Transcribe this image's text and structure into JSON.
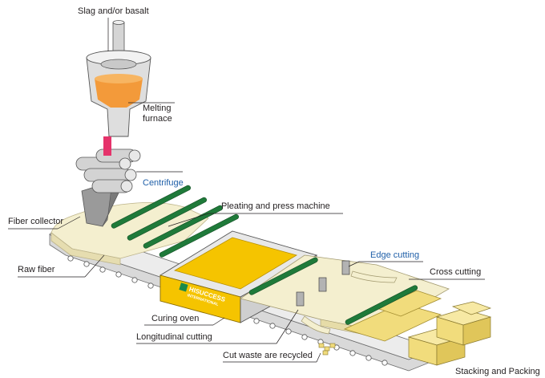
{
  "labels": {
    "slag_basalt": "Slag and/or basalt",
    "melting_line1": "Melting",
    "melting_line2": "furnace",
    "centrifuge": "Centrifuge",
    "pleating": "Pleating and press machine",
    "fiber_collector": "Fiber collector",
    "edge_cutting": "Edge cutting",
    "cross_cutting": "Cross cutting",
    "raw_fiber": "Raw fiber",
    "curing_oven": "Curing oven",
    "longitudinal_cutting": "Longitudinal cutting",
    "cut_waste": "Cut waste are recycled",
    "stacking": "Stacking and Packing"
  },
  "brand": {
    "line1": "HISUCCESS",
    "line2": "INTERNATIONAL"
  },
  "colors": {
    "melt": "#f39a3a",
    "stream": "#e5336b",
    "oven": "#f5c400",
    "fiber": "#f4efcf",
    "slab": "#f1dc7c",
    "roller": "#1f7a3a",
    "highlight_text": "#1f5fa8",
    "belt": "#dcdcdc"
  }
}
